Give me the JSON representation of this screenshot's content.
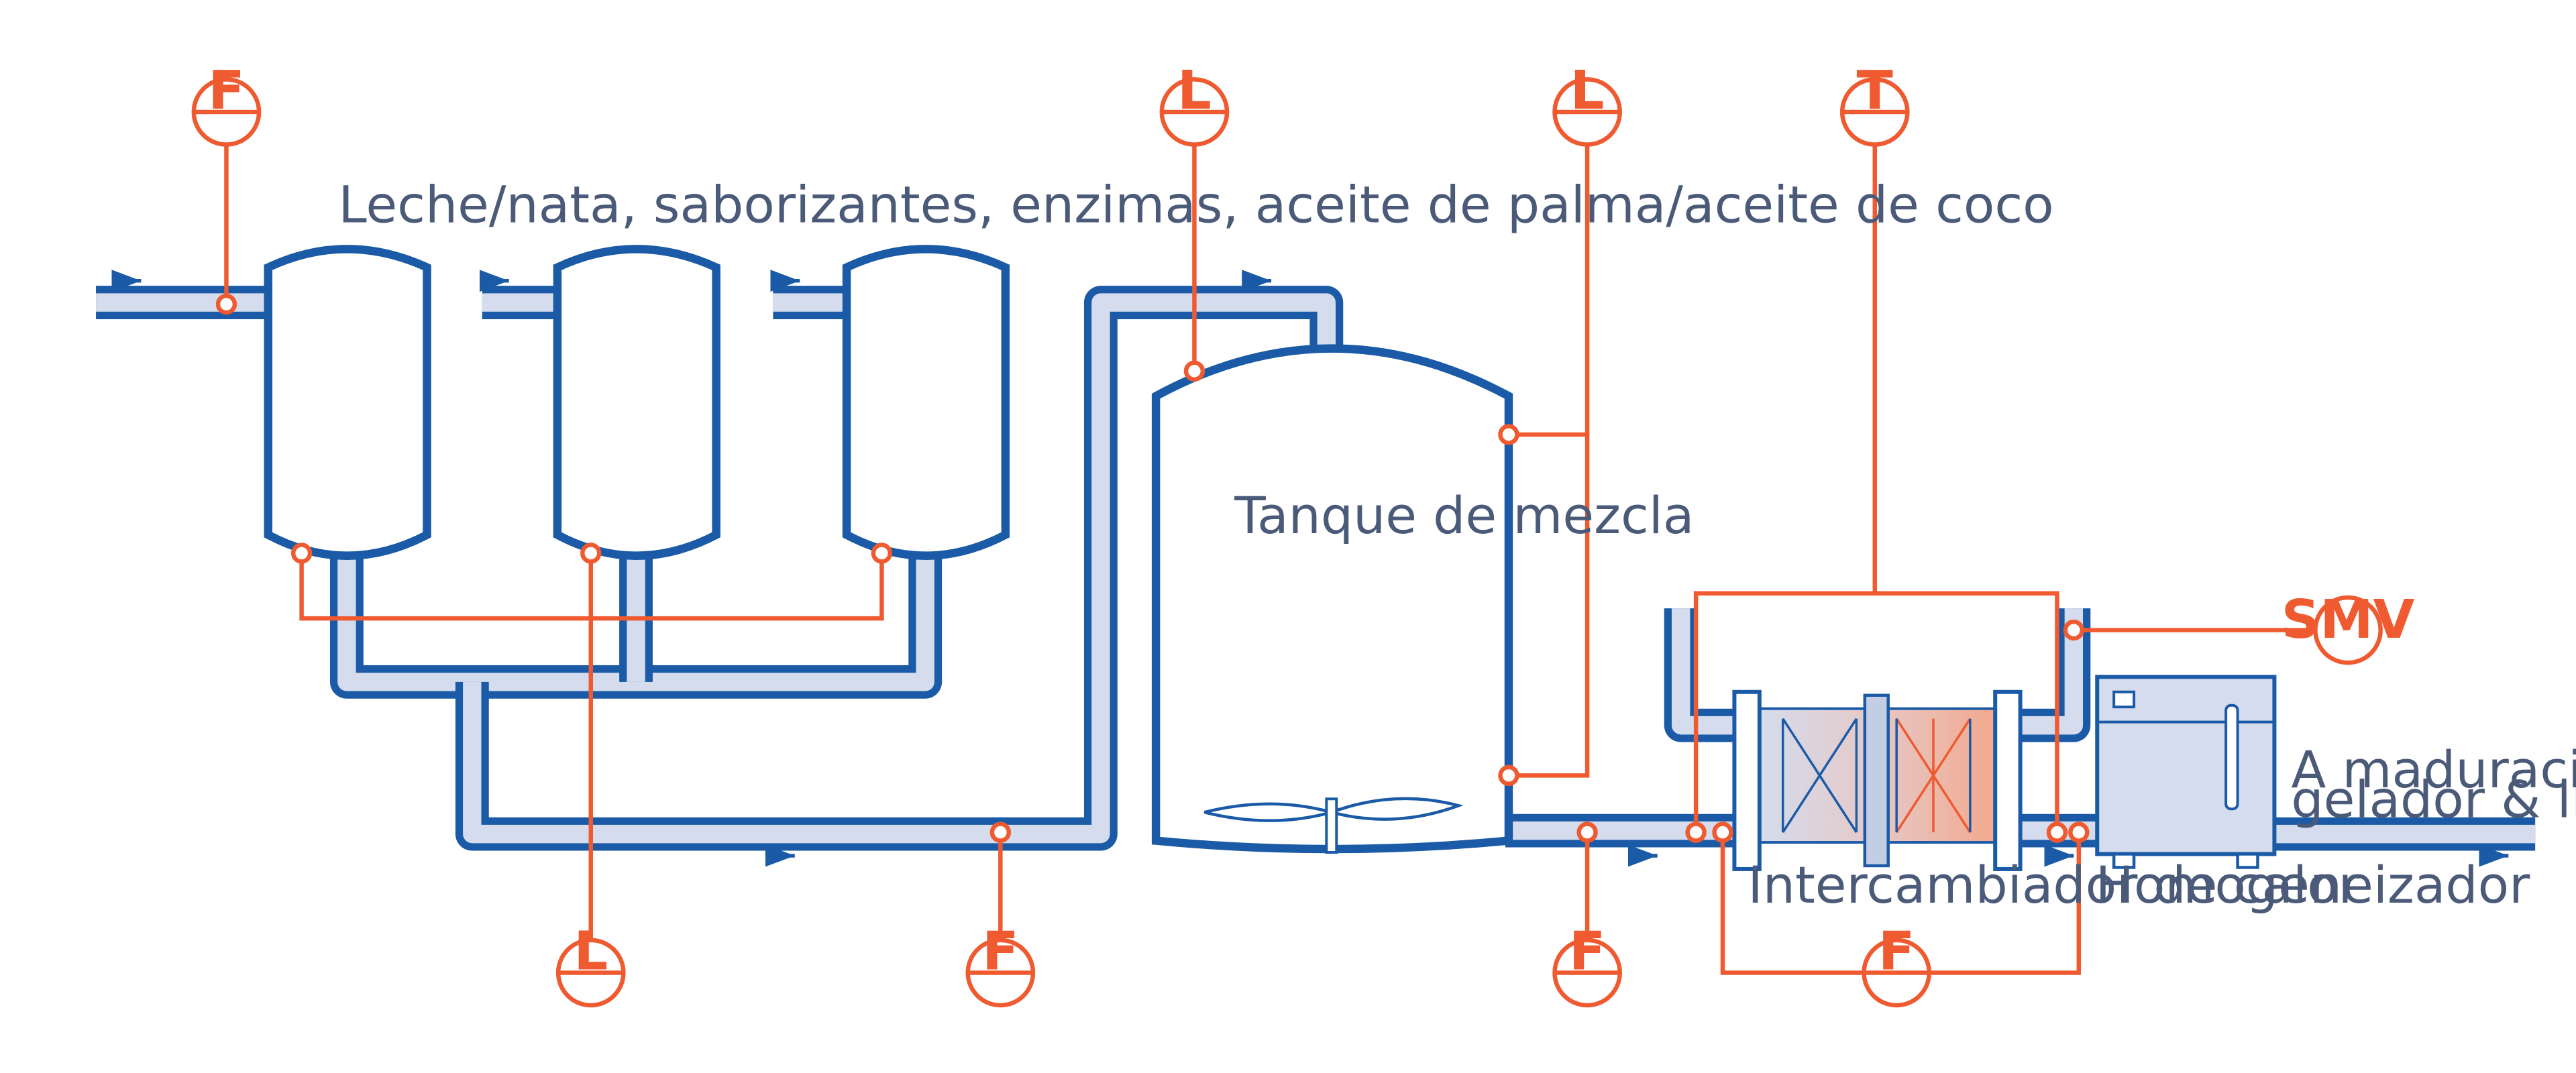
{
  "labels": {
    "ingredients": "Leche/nata, saborizantes, enzimas, aceite de palma/aceite de coco",
    "mixing_tank": "Tanque de mezcla",
    "heat_exchanger": "Intercambiador de calor",
    "homogenizer": "Homogeneizador",
    "output_line1": "A maduración, con-",
    "output_line2": "gelador & llenadora"
  },
  "instruments": {
    "flow_inlet": "F",
    "level_mix_top": "L",
    "level_mix_side": "L",
    "temperature": "T",
    "level_bottom": "L",
    "flow_bottom_1": "F",
    "flow_bottom_2": "F",
    "flow_hx": "F",
    "smv": "SMV"
  },
  "colors": {
    "pipe": "#1a5aa6",
    "liquid": "#d4dced",
    "instrument": "#ef5a30",
    "heating_zone": "#f2a98e",
    "text": "#4a5a78"
  }
}
